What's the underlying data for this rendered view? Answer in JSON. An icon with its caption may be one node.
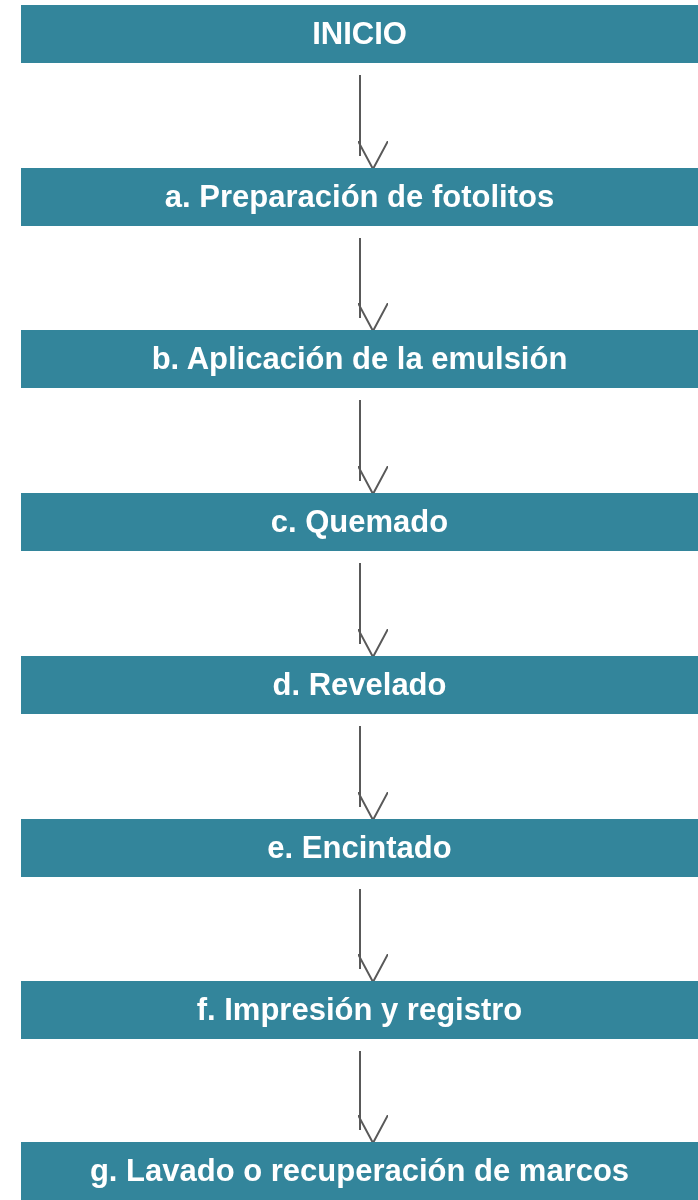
{
  "diagram": {
    "nodes": [
      {
        "text": [
          "INICIO"
        ]
      },
      {
        "text": [
          "a. Preparación de fotolitos"
        ]
      },
      {
        "text": [
          "b. Aplicación de la emulsión"
        ]
      },
      {
        "text": [
          "c. Quemado"
        ]
      },
      {
        "text": [
          "d. Revelado"
        ]
      },
      {
        "text": [
          "e. Encintado"
        ]
      },
      {
        "text": [
          "f. Impresión y registro"
        ]
      },
      {
        "text": [
          "g. Lavado o recuperación de marcos"
        ]
      }
    ],
    "edges": [
      {
        "from": 0,
        "to": 1,
        "arrow": "to"
      },
      {
        "from": 1,
        "to": 2,
        "arrow": "to"
      },
      {
        "from": 2,
        "to": 3,
        "arrow": "to"
      },
      {
        "from": 3,
        "to": 4,
        "arrow": "to"
      },
      {
        "from": 4,
        "to": 5,
        "arrow": "to"
      },
      {
        "from": 5,
        "to": 6,
        "arrow": "to"
      },
      {
        "from": 6,
        "to": 7,
        "arrow": "to"
      }
    ]
  }
}
